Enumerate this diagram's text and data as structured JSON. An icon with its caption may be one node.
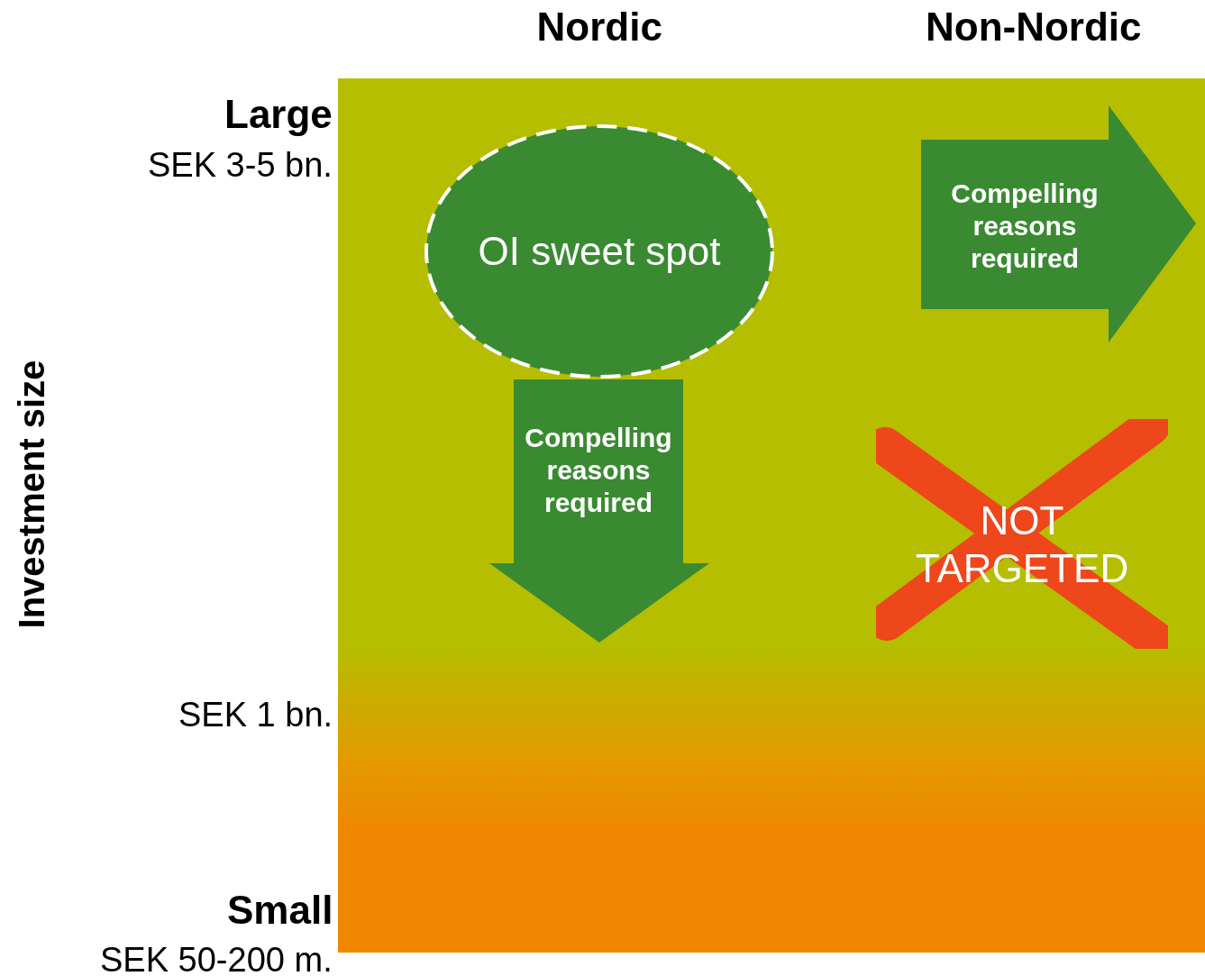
{
  "diagram": {
    "nodes": [
      {
        "text": [
          "OI sweet spot"
        ]
      },
      {
        "text": [
          "Compelling reasons required"
        ]
      },
      {
        "text": [
          "Compelling reasons required"
        ]
      },
      {
        "text": [
          "NOT TARGETED"
        ]
      }
    ],
    "labels": [
      "Nordic",
      "Non-Nordic",
      "Large",
      "SEK 3-5 bn.",
      "Investment size",
      "SEK 1 bn.",
      "Small",
      "SEK 50-200 m."
    ]
  }
}
